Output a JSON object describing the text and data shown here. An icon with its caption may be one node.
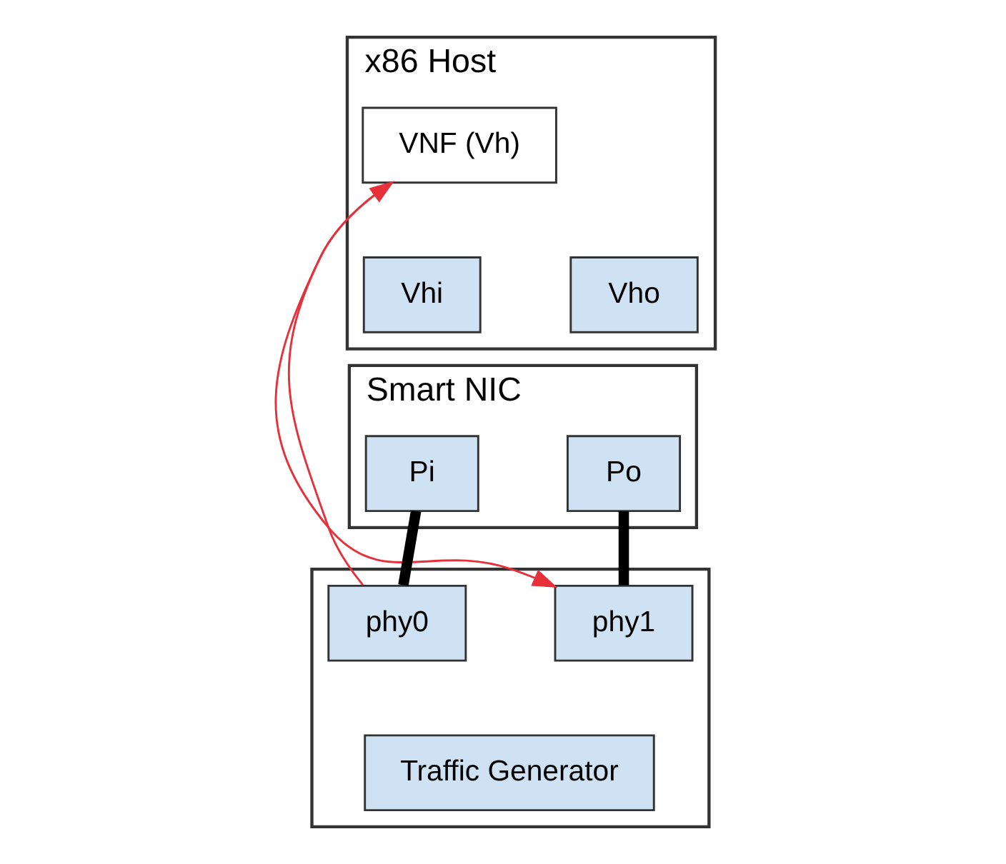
{
  "diagram": {
    "nodes": [
      {
        "text": [
          "x86 Host"
        ]
      },
      {
        "text": [
          "VNF (Vh)"
        ],
        "in": 0
      },
      {
        "text": [
          "Vhi"
        ],
        "in": 0
      },
      {
        "text": [
          "Vho"
        ],
        "in": 0
      },
      {
        "text": [
          "Smart NIC"
        ]
      },
      {
        "text": [
          "Pi"
        ],
        "in": 4
      },
      {
        "text": [
          "Po"
        ],
        "in": 4
      },
      {
        "text": [],
        "shape": "box"
      },
      {
        "text": [
          "phy0"
        ],
        "in": 7
      },
      {
        "text": [
          "phy1"
        ],
        "in": 7
      },
      {
        "text": [
          "Traffic Generator"
        ],
        "in": 7
      }
    ],
    "edges": [
      {
        "from": 8,
        "to": 5,
        "arrow": "none",
        "style": "thick"
      },
      {
        "from": 9,
        "to": 6,
        "arrow": "none",
        "style": "thick"
      },
      {
        "from": 8,
        "to": 1,
        "arrow": "to",
        "color": "#e8303a"
      },
      {
        "from": 1,
        "to": 9,
        "arrow": "to",
        "color": "#e8303a"
      }
    ]
  }
}
